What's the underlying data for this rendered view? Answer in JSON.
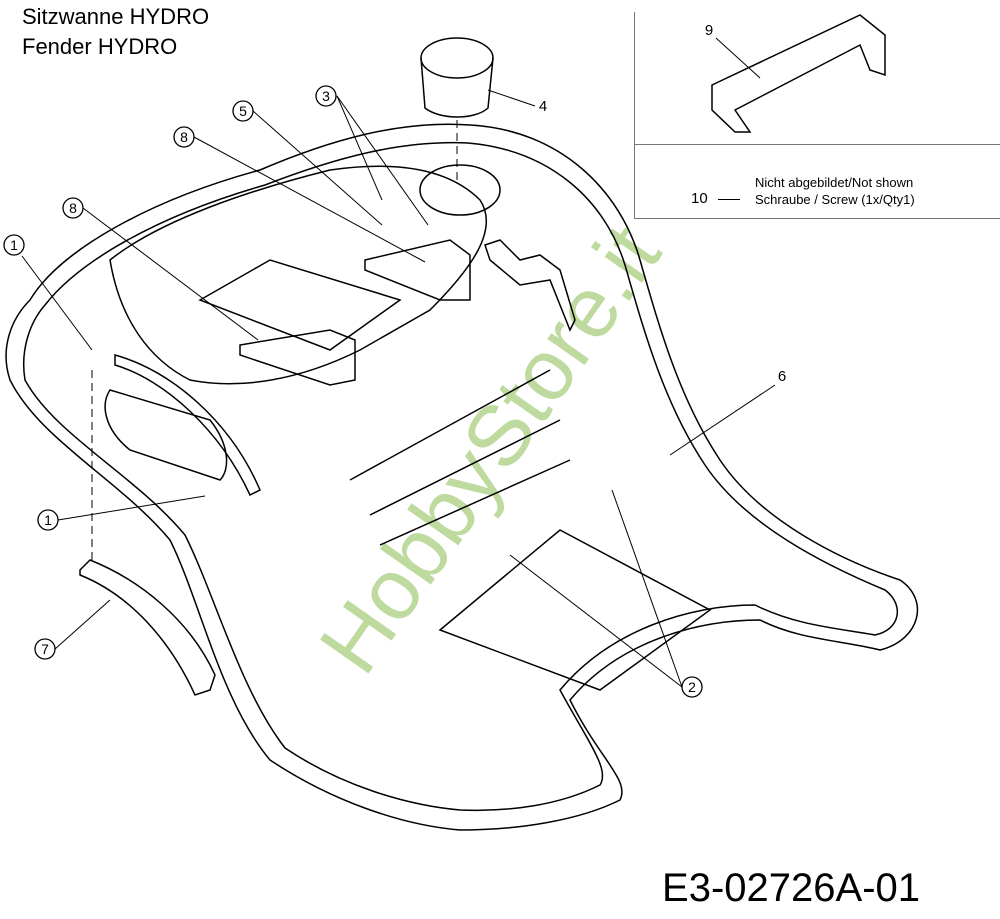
{
  "header": {
    "title_line1": "Sitzwanne HYDRO",
    "title_line2": "Fender HYDRO"
  },
  "drawing_code": "E3-02726A-01",
  "watermark": "HobbyStore.it",
  "inset": {
    "part9_label": "9",
    "part10_label": "10",
    "note_line1": "Nicht abgebildet/Not shown",
    "note_line2": "Schraube / Screw (1x/Qty1)"
  },
  "callouts": {
    "c1a": "1",
    "c1b": "1",
    "c2": "2",
    "c3": "3",
    "c4": "4",
    "c5": "5",
    "c6": "6",
    "c7": "7",
    "c8a": "8",
    "c8b": "8"
  }
}
